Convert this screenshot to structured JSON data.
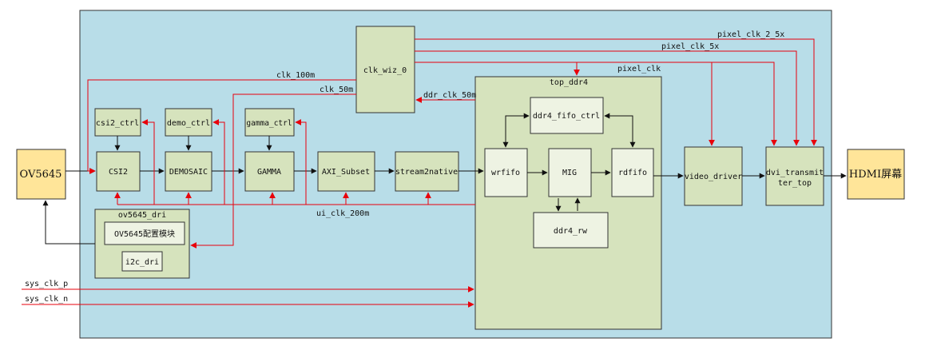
{
  "blocks": {
    "ov5645": "OV5645",
    "hdmi": "HDMI屏幕",
    "clk_wiz": "clk_wiz_0",
    "top_ddr4": "top_ddr4",
    "csi2_ctrl": "csi2_ctrl",
    "demo_ctrl": "demo_ctrl",
    "gamma_ctrl": "gamma_ctrl",
    "ddr4_fifo_ctrl": "ddr4_fifo_ctrl",
    "csi2": "CSI2",
    "demosaic": "DEMOSAIC",
    "gamma": "GAMMA",
    "axi_subset": "AXI_Subset",
    "stream2native": "stream2native",
    "wrfifo": "wrfifo",
    "mig": "MIG",
    "rdfifo": "rdfifo",
    "ddr4_rw": "ddr4_rw",
    "video_driver": "video_driver",
    "dvi_line1": "dvi_transmit",
    "dvi_line2": "ter_top",
    "ov5645_dri": "ov5645_dri",
    "ov5645_cfg": "OV5645配置模块",
    "i2c_dri": "i2c_dri"
  },
  "signals": {
    "pixel_clk_2_5x": "pixel_clk_2_5x",
    "pixel_clk_5x": "pixel_clk_5x",
    "pixel_clk": "pixel_clk",
    "clk_100m": "clk_100m",
    "clk_50m": "clk_50m",
    "ddr_clk_50m": "ddr_clk_50m",
    "ui_clk_200m": "ui_clk_200m",
    "sys_clk_p": "sys_clk_p",
    "sys_clk_n": "sys_clk_n"
  },
  "colors": {
    "background_panel": "#b8dde8",
    "block_fill": "#d6e3bd",
    "fifo_fill": "#eef3e3",
    "external_fill": "#ffe599",
    "clock_line": "#e8000b",
    "data_line": "#111111"
  }
}
